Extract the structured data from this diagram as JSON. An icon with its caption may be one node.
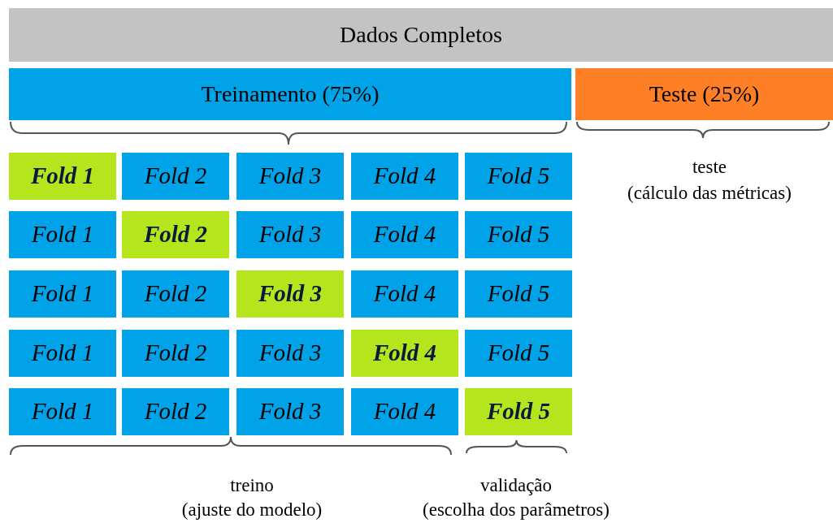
{
  "diagram": {
    "nodes": [
      {
        "text": [
          "Dados Completos"
        ]
      },
      {
        "text": [
          "Treinamento (75%)"
        ]
      },
      {
        "text": [
          "Teste (25%)"
        ]
      },
      {
        "text": [
          "Fold 1"
        ]
      },
      {
        "text": [
          "Fold 2"
        ]
      },
      {
        "text": [
          "Fold 3"
        ]
      },
      {
        "text": [
          "Fold 4"
        ]
      },
      {
        "text": [
          "Fold 5"
        ]
      },
      {
        "text": [
          "Fold 1"
        ]
      },
      {
        "text": [
          "Fold 2"
        ]
      },
      {
        "text": [
          "Fold 3"
        ]
      },
      {
        "text": [
          "Fold 4"
        ]
      },
      {
        "text": [
          "Fold 5"
        ]
      },
      {
        "text": [
          "Fold 1"
        ]
      },
      {
        "text": [
          "Fold 2"
        ]
      },
      {
        "text": [
          "Fold 3"
        ]
      },
      {
        "text": [
          "Fold 4"
        ]
      },
      {
        "text": [
          "Fold 5"
        ]
      },
      {
        "text": [
          "Fold 1"
        ]
      },
      {
        "text": [
          "Fold 2"
        ]
      },
      {
        "text": [
          "Fold 3"
        ]
      },
      {
        "text": [
          "Fold 4"
        ]
      },
      {
        "text": [
          "Fold 5"
        ]
      },
      {
        "text": [
          "Fold 1"
        ]
      },
      {
        "text": [
          "Fold 2"
        ]
      },
      {
        "text": [
          "Fold 3"
        ]
      },
      {
        "text": [
          "Fold 4"
        ]
      },
      {
        "text": [
          "Fold 5"
        ]
      }
    ],
    "labels": [
      "teste",
      "(cálculo das métricas)",
      "treino",
      "(ajuste do modelo)",
      "validação",
      "(escolha dos parâmetros)"
    ]
  }
}
